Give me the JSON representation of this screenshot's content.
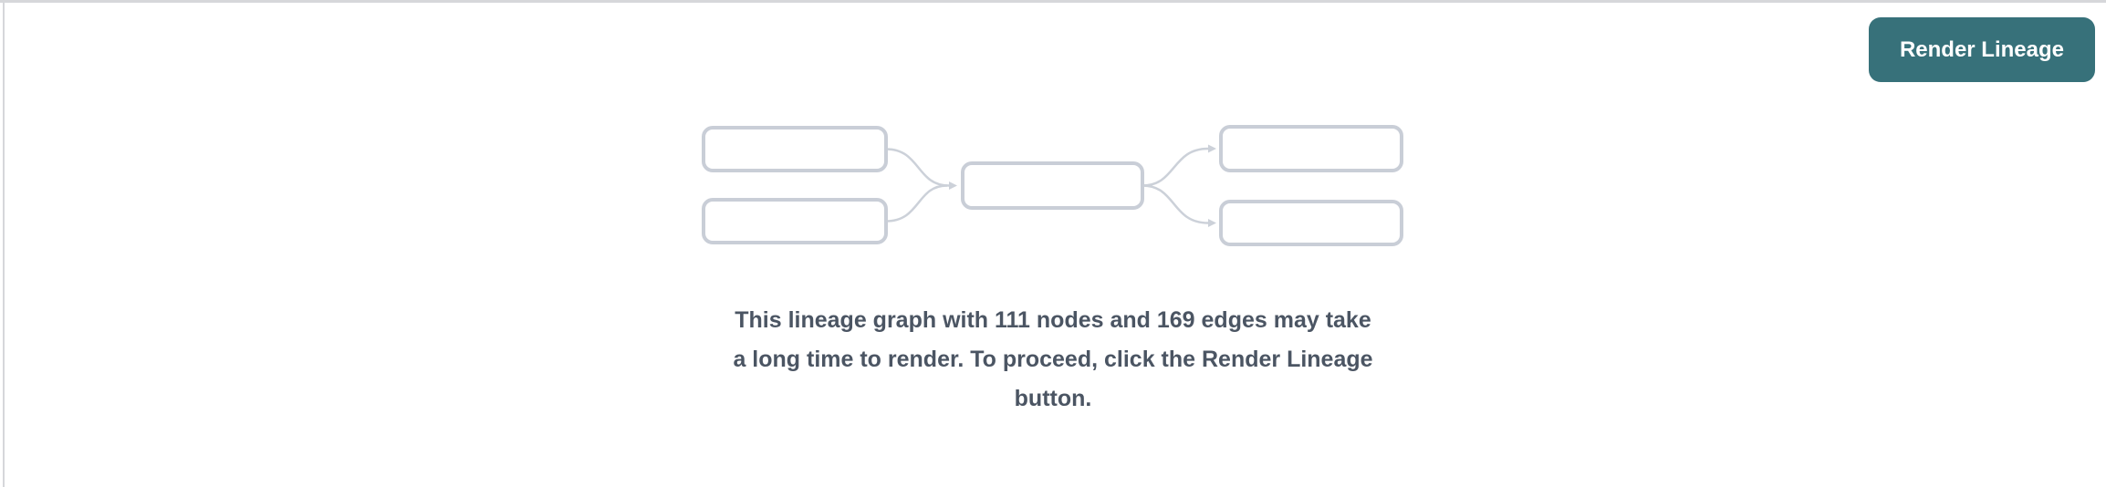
{
  "colors": {
    "page-bg": "#ffffff",
    "border-line": "#d6d7da",
    "button-bg": "#37717a",
    "button-text": "#ffffff",
    "message-text": "#4b5563",
    "node-border": "#c9ced7",
    "edge-line": "#ccd1d9"
  },
  "toolbar": {
    "render_button_label": "Render Lineage"
  },
  "lineage_prompt": {
    "node_count": "111",
    "edge_count": "169",
    "message_lines": [
      "This lineage graph with 111 nodes and 169 edges may take",
      "a long time to render. To proceed, click the Render Lineage",
      "button."
    ]
  }
}
